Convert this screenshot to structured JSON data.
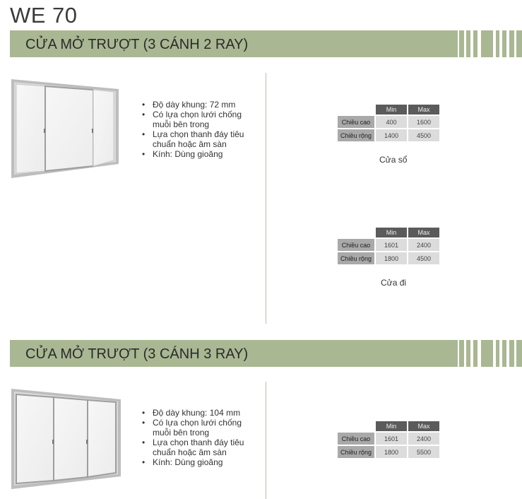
{
  "page": {
    "title": "WE 70"
  },
  "colors": {
    "band": "#a9b793",
    "header_cell": "#5b5b5b",
    "label_cell": "#a9a9a9",
    "value_cell": "#dcdcdc"
  },
  "sections": [
    {
      "title": "CỬA MỞ TRƯỢT (3 CÁNH 2 RAY)",
      "features": [
        "Độ dày khung: 72 mm",
        "Có lựa chọn lưới chống muỗi bên trong",
        "Lựa chọn thanh đáy tiêu chuẩn hoặc âm sàn",
        "Kính: Dùng gioăng"
      ],
      "tables": [
        {
          "headers": [
            "Min",
            "Max"
          ],
          "rows": [
            {
              "label": "Chiều cao",
              "min": "400",
              "max": "1600"
            },
            {
              "label": "Chiều rộng",
              "min": "1400",
              "max": "4500"
            }
          ],
          "caption": "Cửa sổ"
        },
        {
          "headers": [
            "Min",
            "Max"
          ],
          "rows": [
            {
              "label": "Chiều cao",
              "min": "1601",
              "max": "2400"
            },
            {
              "label": "Chiều rộng",
              "min": "1800",
              "max": "4500"
            }
          ],
          "caption": "Cửa đi"
        }
      ]
    },
    {
      "title": "CỬA MỞ TRƯỢT (3 CÁNH 3 RAY)",
      "features": [
        "Độ dày khung: 104 mm",
        "Có lựa chọn lưới chống muỗi bên trong",
        "Lựa chọn thanh đáy tiêu chuẩn hoặc âm sàn",
        "Kính: Dùng gioăng"
      ],
      "tables": [
        {
          "headers": [
            "Min",
            "Max"
          ],
          "rows": [
            {
              "label": "Chiều cao",
              "min": "1601",
              "max": "2400"
            },
            {
              "label": "Chiều rộng",
              "min": "1800",
              "max": "5500"
            }
          ]
        }
      ]
    }
  ]
}
